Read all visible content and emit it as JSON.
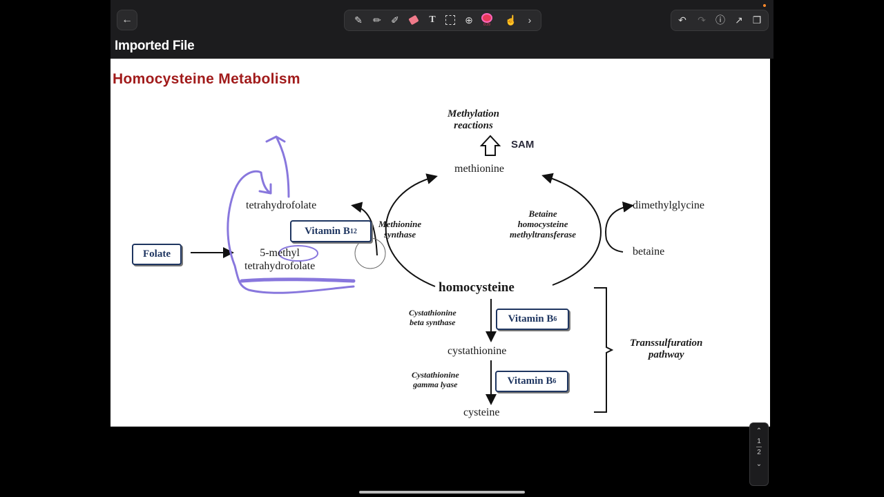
{
  "toolbar": {
    "back_icon": "arrow-left-icon",
    "record_timer": "0:29",
    "tools": [
      "pen-icon",
      "pencil-icon",
      "highlighter-icon",
      "eraser-icon",
      "text-icon",
      "lasso-icon",
      "shapes-icon",
      "record-icon",
      "gesture-icon",
      "chevron-right-icon"
    ],
    "right_tools": [
      "undo-icon",
      "redo-icon",
      "info-icon",
      "export-icon",
      "pages-icon"
    ]
  },
  "document": {
    "title": "Imported File"
  },
  "slide": {
    "title": "Homocysteine Metabolism",
    "methylation": "Methylation\nreactions",
    "sam": "SAM",
    "methionine": "methionine",
    "tetrahydrofolate": "tetrahydrofolate",
    "vitamin_b12": "Vitamin B",
    "b12_sub": "12",
    "methionine_synthase": "Methionine\nsynthase",
    "folate": "Folate",
    "methyl_thf": "5-methyl\ntetrahydrofolate",
    "bhmt": "Betaine\nhomocysteine\nmethyltransferase",
    "dimethylglycine": "dimethylglycine",
    "betaine": "betaine",
    "homocysteine": "homocysteine",
    "cbs": "Cystathionine\nbeta synthase",
    "vitamin_b6_a": "Vitamin B",
    "b6_sub_a": "6",
    "cystathionine": "cystathionine",
    "cgl": "Cystathionine\ngamma lyase",
    "vitamin_b6_b": "Vitamin B",
    "b6_sub_b": "6",
    "cysteine": "cysteine",
    "transsulfuration": "Transsulfuration\npathway"
  },
  "page_nav": {
    "current": "1",
    "total": "2"
  },
  "colors": {
    "title_red": "#a11b1b",
    "box_navy": "#1e3560",
    "ink_purple": "#8877dd",
    "toolbar_bg": "#1c1c1e"
  }
}
